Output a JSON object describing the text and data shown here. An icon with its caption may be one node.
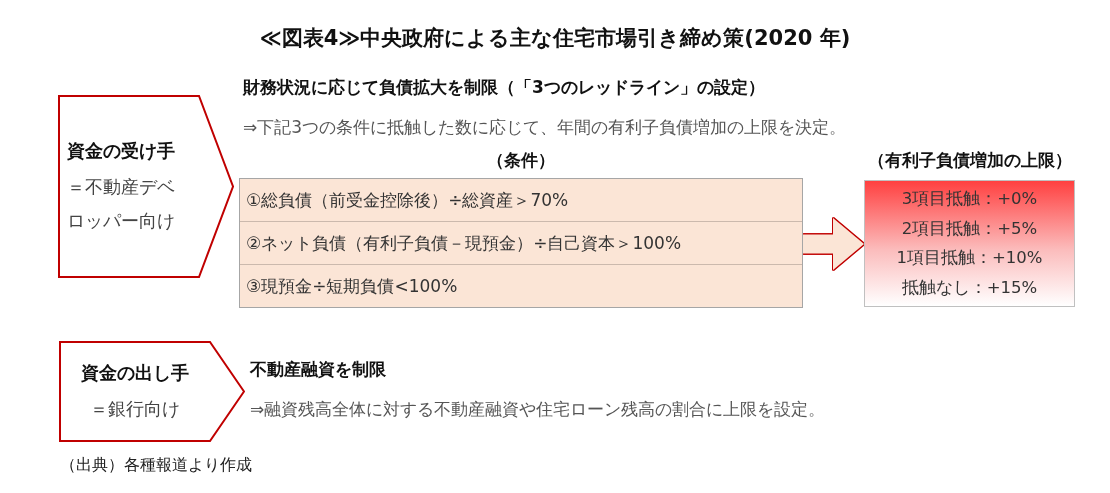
{
  "diagram": {
    "title": "≪図表4≫中央政府による主な住宅市場引き締め策(2020 年)",
    "caption": "（出典）各種報道より作成",
    "nodes": [
      {
        "text": [
          "資金の受け手",
          "＝不動産デベロッパー向け"
        ]
      },
      {
        "text": [
          "（条件）"
        ]
      },
      {
        "text": [
          "①総負債（前受金控除後）÷総資産＞70%"
        ],
        "in": 1
      },
      {
        "text": [
          "②ネット負債（有利子負債－現預金）÷自己資本＞100%"
        ],
        "in": 1
      },
      {
        "text": [
          "③現預金÷短期負債<100%"
        ],
        "in": 1
      },
      {
        "text": [
          "（有利子負債増加の上限）",
          "3項目抵触：+0%",
          "2項目抵触：+5%",
          "1項目抵触：+10%",
          "抵触なし：+15%"
        ]
      },
      {
        "text": [
          "資金の出し手",
          "＝銀行向け"
        ]
      }
    ],
    "edges": [
      {
        "from": 1,
        "to": 5,
        "arrow": "to"
      }
    ],
    "labels": [
      "財務状況に応じて負債拡大を制限（「3つのレッドライン」の設定）",
      "⇒下記3つの条件に抵触した数に応じて、年間の有利子負債増加の上限を決定。",
      "不動産融資を制限",
      "⇒融資残高全体に対する不動産融資や住宅ローン残高の割合に上限を設定。"
    ]
  }
}
